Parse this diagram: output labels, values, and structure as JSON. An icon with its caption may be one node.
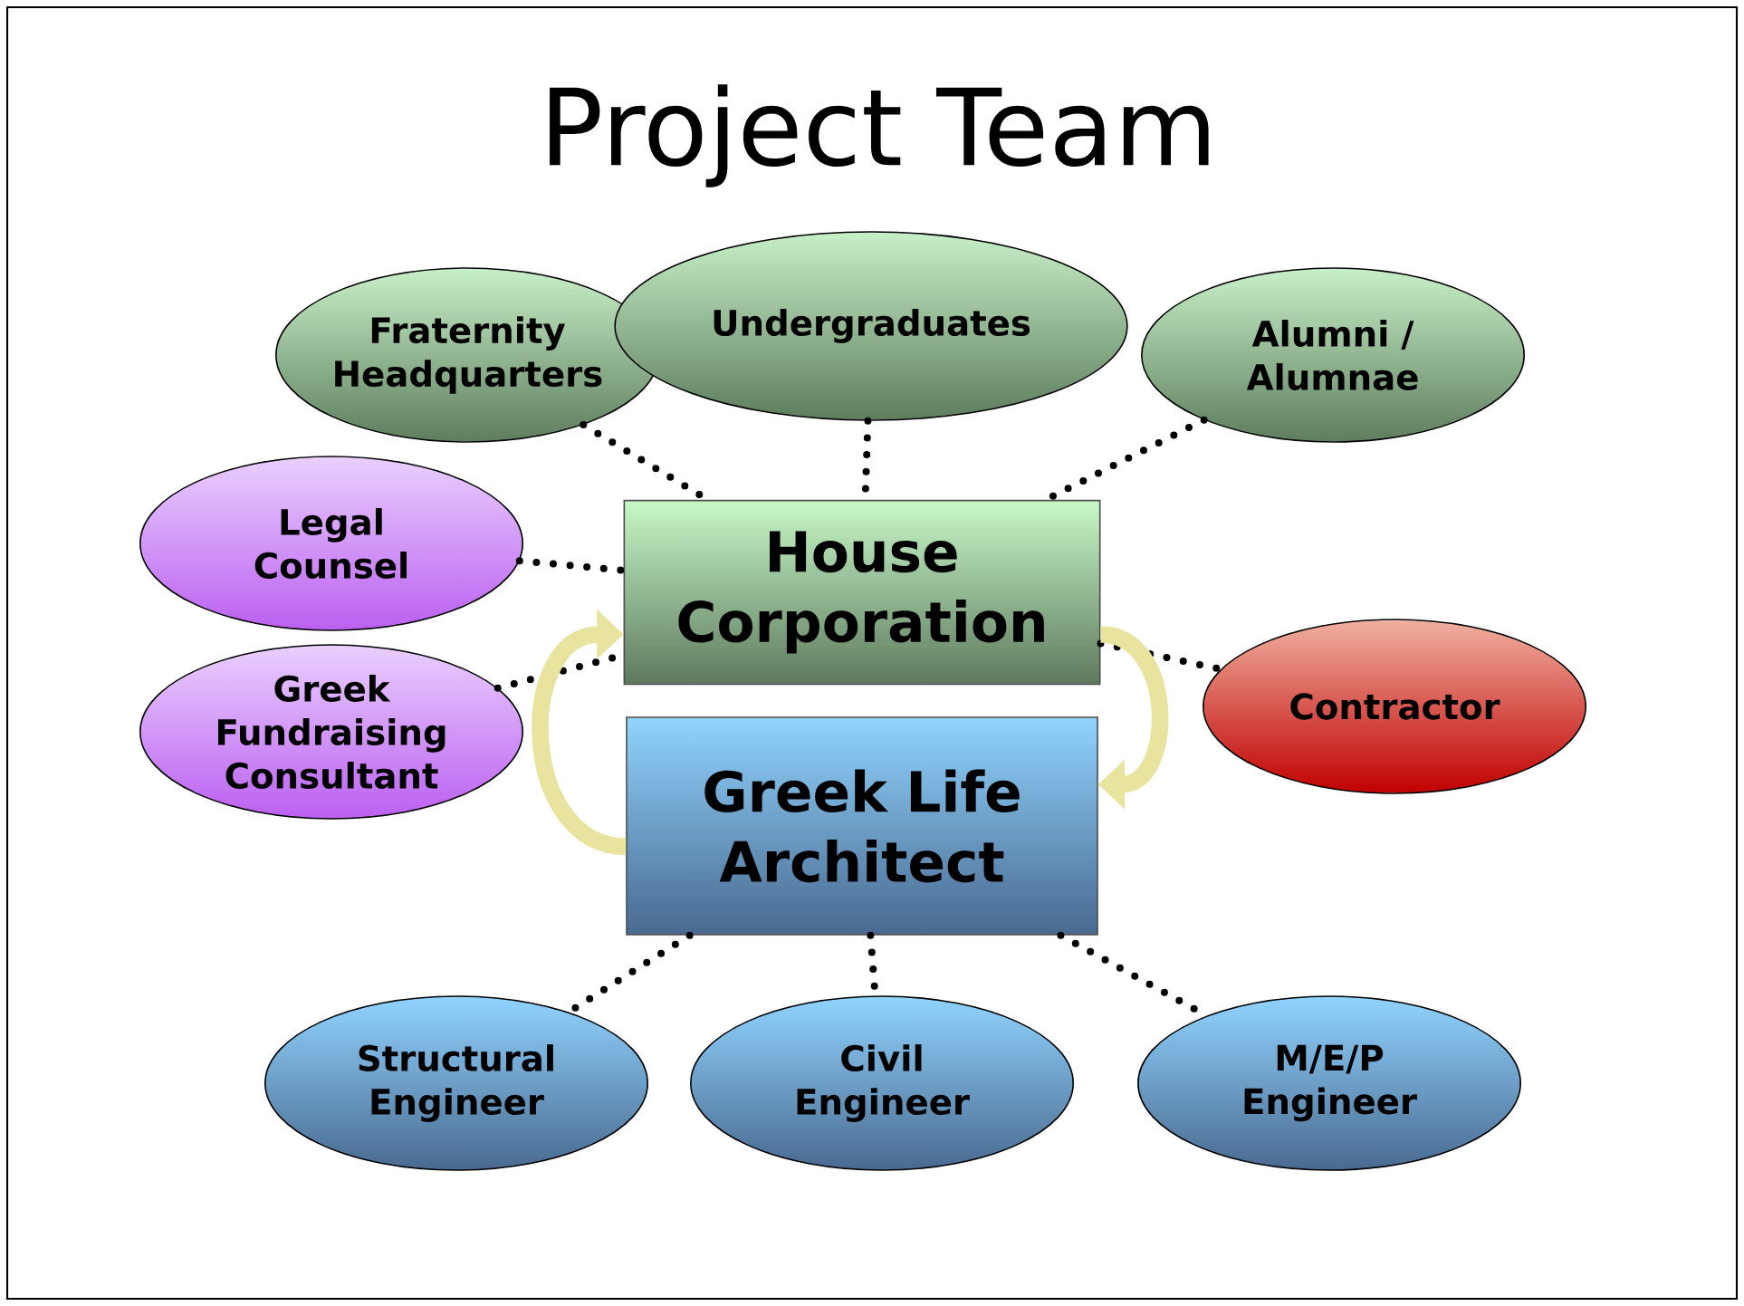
{
  "diagram": {
    "title": "Project Team",
    "nodes": [
      {
        "text": [
          "House Corporation"
        ]
      },
      {
        "text": [
          "Greek Life Architect"
        ]
      },
      {
        "text": [
          "Fraternity Headquarters"
        ]
      },
      {
        "text": [
          "Undergraduates"
        ]
      },
      {
        "text": [
          "Alumni / Alumnae"
        ]
      },
      {
        "text": [
          "Legal Counsel"
        ]
      },
      {
        "text": [
          "Greek Fundraising Consultant"
        ]
      },
      {
        "text": [
          "Contractor"
        ]
      },
      {
        "text": [
          "Structural Engineer"
        ]
      },
      {
        "text": [
          "Civil Engineer"
        ]
      },
      {
        "text": [
          "M/E/P Engineer"
        ]
      }
    ],
    "edges": [
      {
        "from": 2,
        "to": 0,
        "arrow": "none",
        "style": "dashed"
      },
      {
        "from": 3,
        "to": 0,
        "arrow": "none",
        "style": "dashed"
      },
      {
        "from": 4,
        "to": 0,
        "arrow": "none",
        "style": "dashed"
      },
      {
        "from": 5,
        "to": 0,
        "arrow": "none",
        "style": "dashed"
      },
      {
        "from": 6,
        "to": 0,
        "arrow": "none",
        "style": "dashed"
      },
      {
        "from": 0,
        "to": 7,
        "arrow": "none",
        "style": "dashed"
      },
      {
        "from": 1,
        "to": 8,
        "arrow": "none",
        "style": "dashed"
      },
      {
        "from": 1,
        "to": 9,
        "arrow": "none",
        "style": "dashed"
      },
      {
        "from": 1,
        "to": 10,
        "arrow": "none",
        "style": "dashed"
      },
      {
        "from": 1,
        "to": 0,
        "arrow": "to",
        "style": "thick",
        "color": "#e8e4a0"
      },
      {
        "from": 0,
        "to": 1,
        "arrow": "to",
        "style": "thick",
        "color": "#e8e4a0"
      }
    ]
  }
}
